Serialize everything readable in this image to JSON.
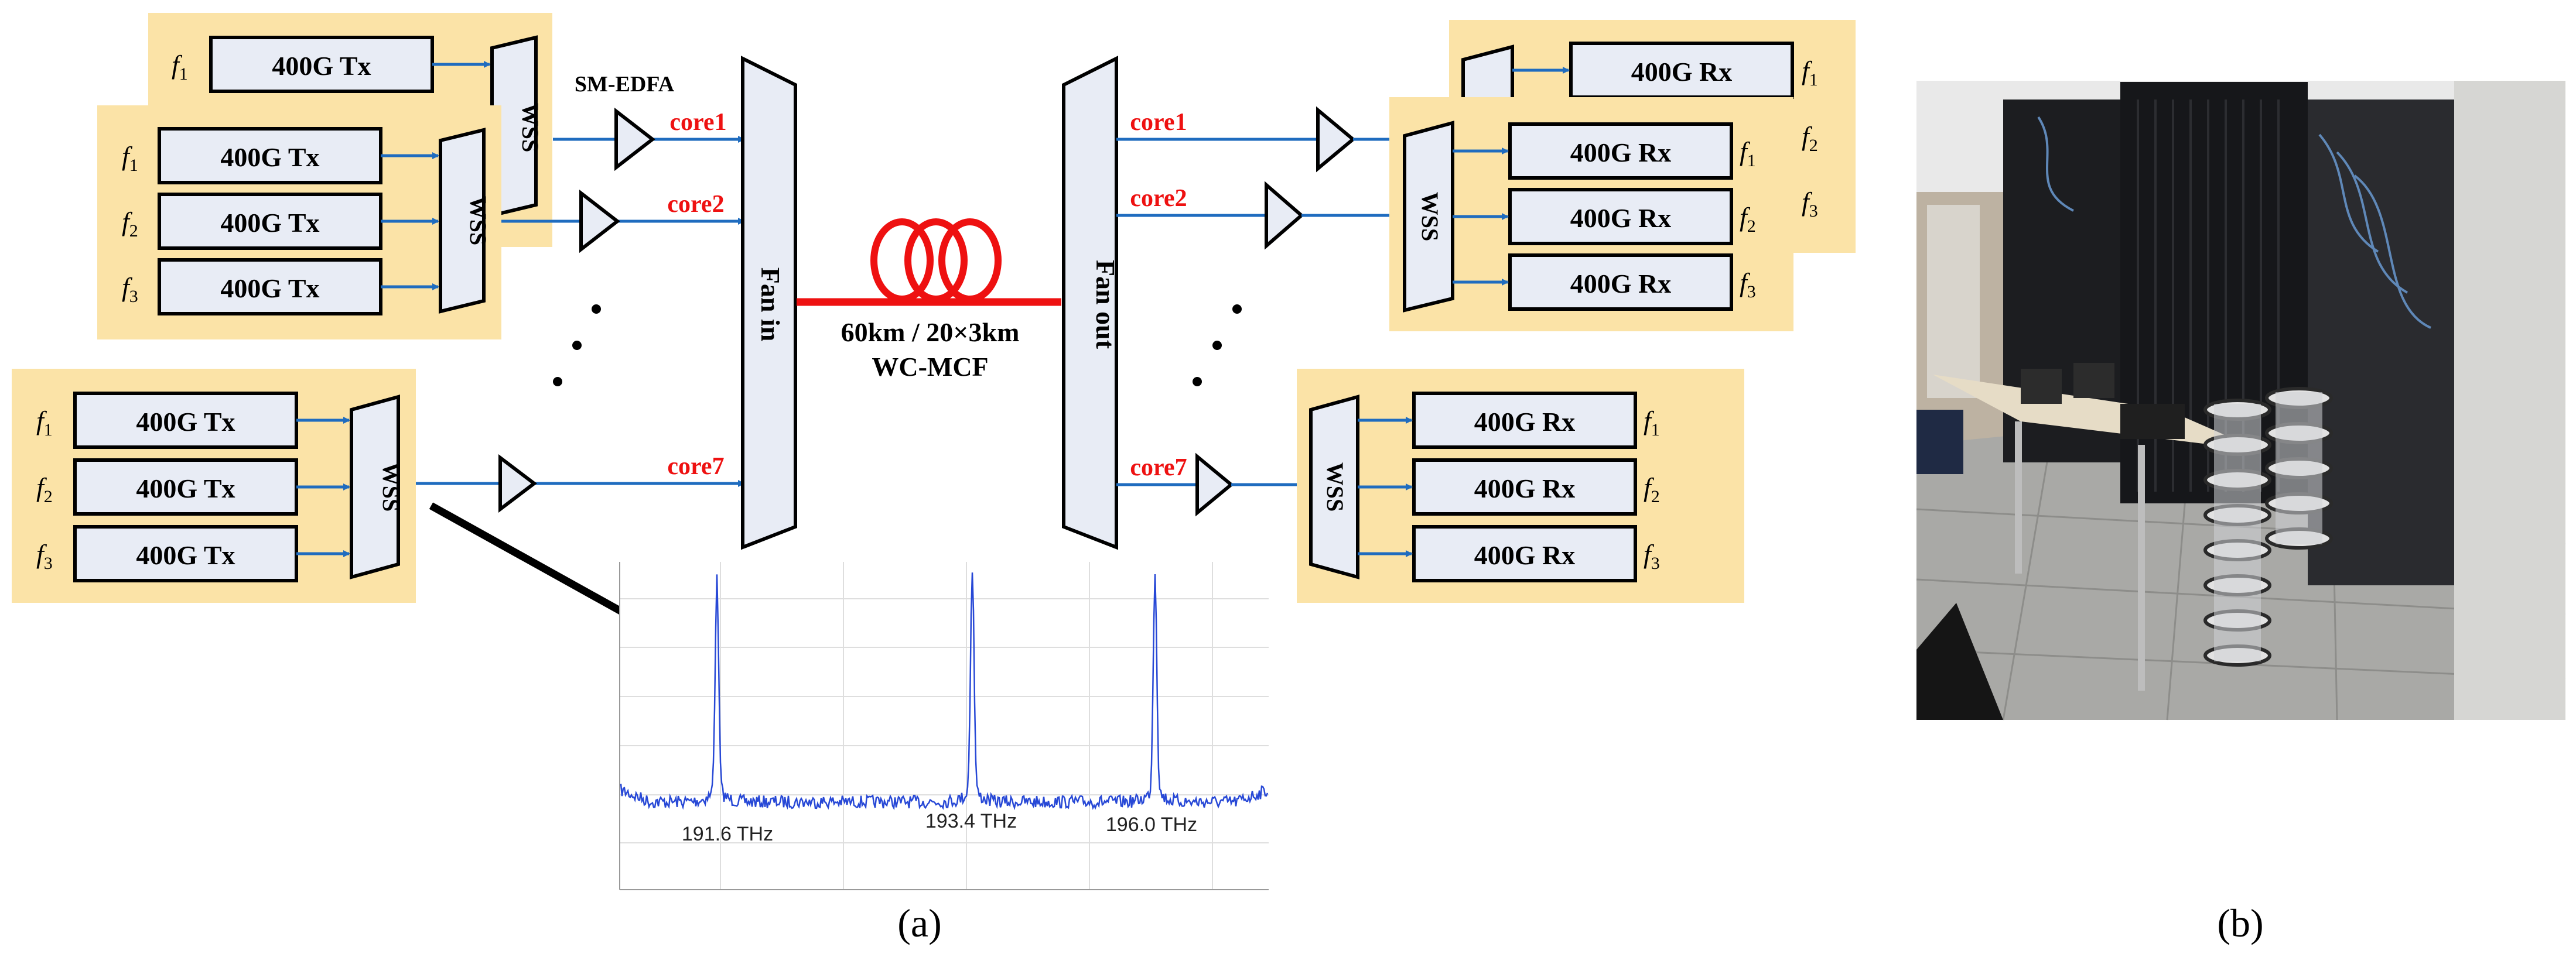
{
  "colors": {
    "panel": "#fbe3a7",
    "box": "#e8ecf5",
    "line": "#1f6cbf",
    "core": "#ee1111",
    "fiber": "#ee1111",
    "spectrum": "#2748d6"
  },
  "tx": {
    "label": "400G Tx",
    "wss": "WSS",
    "f": "f",
    "subs": [
      "1",
      "2",
      "3"
    ]
  },
  "rx": {
    "label": "400G Rx",
    "wss": "WSS",
    "f": "f",
    "subs": [
      "1",
      "2",
      "3"
    ]
  },
  "edfa_label": "SM-EDFA",
  "cores_in": [
    "core1",
    "core2",
    "core7"
  ],
  "cores_out": [
    "core1",
    "core2",
    "core7"
  ],
  "fan_in": "Fan in",
  "fan_out": "Fan out",
  "fiber_length": "60km / 20×3km",
  "fiber_type": "WC-MCF",
  "ellipsis_icon": "vertical-dots",
  "spectrum": {
    "peaks": [
      "191.6 THz",
      "193.4 THz",
      "196.0 THz"
    ]
  },
  "captions": {
    "a": "(a)",
    "b": "(b)"
  },
  "photo_icon": "lab-rack-photo"
}
